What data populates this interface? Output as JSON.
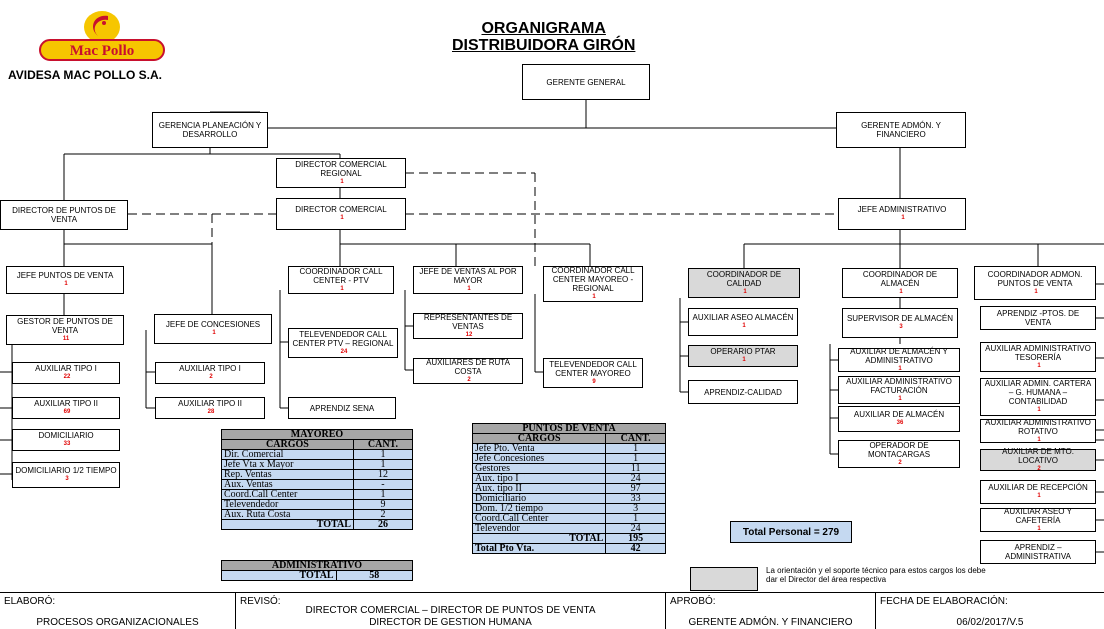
{
  "header": {
    "company": "AVIDESA MAC POLLO S.A.",
    "title_line1": "ORGANIGRAMA",
    "title_line2": "DISTRIBUIDORA GIRÓN",
    "logo_text": "Mac Pollo"
  },
  "nodes": {
    "gerente_general": {
      "label": "GERENTE GENERAL",
      "count": ""
    },
    "gerencia_planeacion": {
      "label": "GERENCIA PLANEACIÓN Y DESARROLLO",
      "count": ""
    },
    "gerente_admon": {
      "label": "GERENTE ADMÓN. Y FINANCIERO",
      "count": ""
    },
    "director_comercial_regional": {
      "label": "DIRECTOR COMERCIAL REGIONAL",
      "count": "1"
    },
    "director_puntos_venta": {
      "label": "DIRECTOR DE PUNTOS DE VENTA",
      "count": ""
    },
    "director_comercial": {
      "label": "DIRECTOR COMERCIAL",
      "count": "1"
    },
    "jefe_administrativo": {
      "label": "JEFE ADMINISTRATIVO",
      "count": "1"
    },
    "jefe_puntos_venta": {
      "label": "JEFE PUNTOS DE VENTA",
      "count": "1"
    },
    "gestor_puntos_venta": {
      "label": "GESTOR DE PUNTOS DE VENTA",
      "count": "11"
    },
    "jefe_concesiones": {
      "label": "JEFE DE CONCESIONES",
      "count": "1"
    },
    "auxiliar_tipo_i_pv": {
      "label": "AUXILIAR TIPO I",
      "count": "22"
    },
    "auxiliar_tipo_ii_pv": {
      "label": "AUXILIAR TIPO II",
      "count": "69"
    },
    "domiciliario": {
      "label": "DOMICILIARIO",
      "count": "33"
    },
    "domiciliario_medio": {
      "label": "DOMICILIARIO 1/2 TIEMPO",
      "count": "3"
    },
    "auxiliar_tipo_i_con": {
      "label": "AUXILIAR TIPO I",
      "count": "2"
    },
    "auxiliar_tipo_ii_con": {
      "label": "AUXILIAR TIPO II",
      "count": "28"
    },
    "coord_call_ptv": {
      "label": "COORDINADOR CALL CENTER - PTV",
      "count": "1"
    },
    "televendedor_ptv": {
      "label": "TELEVENDEDOR CALL CENTER PTV – REGIONAL",
      "count": "24"
    },
    "aprendiz_sena": {
      "label": "APRENDIZ SENA",
      "count": ""
    },
    "jefe_ventas_mayor": {
      "label": "JEFE DE VENTAS AL POR MAYOR",
      "count": "1"
    },
    "representantes_ventas": {
      "label": "REPRESENTANTES DE VENTAS",
      "count": "12"
    },
    "auxiliares_ruta": {
      "label": "AUXILIARES DE RUTA COSTA",
      "count": "2"
    },
    "coord_call_mayoreo": {
      "label": "COORDINADOR CALL CENTER MAYOREO - REGIONAL",
      "count": "1"
    },
    "televendedor_mayoreo": {
      "label": "TELEVENDEDOR CALL CENTER MAYOREO",
      "count": "9"
    },
    "coord_calidad": {
      "label": "COORDINADOR DE CALIDAD",
      "count": "1"
    },
    "aux_aseo_almacen": {
      "label": "AUXILIAR ASEO ALMACÉN",
      "count": "1"
    },
    "operario_ptar": {
      "label": "OPERARIO PTAR",
      "count": "1"
    },
    "aprendiz_calidad": {
      "label": "APRENDIZ-CALIDAD",
      "count": ""
    },
    "coord_almacen": {
      "label": "COORDINADOR DE ALMACÉN",
      "count": "1"
    },
    "supervisor_almacen": {
      "label": "SUPERVISOR DE ALMACÉN",
      "count": "3"
    },
    "aux_almacen_admin": {
      "label": "AUXILIAR DE ALMACÉN Y ADMINISTRATIVO",
      "count": "1"
    },
    "aux_admin_facturacion": {
      "label": "AUXILIAR ADMINISTRATIVO FACTURACIÓN",
      "count": "1"
    },
    "aux_almacen": {
      "label": "AUXILIAR DE ALMACÉN",
      "count": "36"
    },
    "operador_montacargas": {
      "label": "OPERADOR DE MONTACARGAS",
      "count": "2"
    },
    "coord_admon_pv": {
      "label": "COORDINADOR ADMON. PUNTOS DE VENTA",
      "count": "1"
    },
    "aprendiz_ptos": {
      "label": "APRENDIZ -PTOS. DE VENTA",
      "count": ""
    },
    "aux_admin_tesoreria": {
      "label": "AUXILIAR ADMINISTRATIVO TESORERÍA",
      "count": "1"
    },
    "aux_admin_cartera": {
      "label": "AUXILIAR ADMIN. CARTERA – G. HUMANA – CONTABILIDAD",
      "count": "1"
    },
    "aux_admin_rotativo": {
      "label": "AUXILIAR ADMINISTRATIVO ROTATIVO",
      "count": "1"
    },
    "aux_mto_locativo": {
      "label": "AUXILIAR DE MTO. LOCATIVO",
      "count": "2"
    },
    "aux_recepcion": {
      "label": "AUXILIAR DE RECEPCIÓN",
      "count": "1"
    },
    "aux_aseo_cafeteria": {
      "label": "AUXILIAR ASEO Y CAFETERÍA",
      "count": "1"
    },
    "aprendiz_administrativa": {
      "label": "APRENDIZ – ADMINISTRATIVA",
      "count": ""
    }
  },
  "mayoreo_table": {
    "title": "MAYOREO",
    "col1": "CARGOS",
    "col2": "CANT.",
    "rows": [
      {
        "cargo": "Dir. Comercial",
        "cant": "1"
      },
      {
        "cargo": "Jefe Vta x Mayor",
        "cant": "1"
      },
      {
        "cargo": "Rep. Ventas",
        "cant": "12"
      },
      {
        "cargo": "Aux. Ventas",
        "cant": "-"
      },
      {
        "cargo": "Coord.Call Center",
        "cant": "1"
      },
      {
        "cargo": "Televendedor",
        "cant": "9"
      },
      {
        "cargo": "Aux. Ruta Costa",
        "cant": "2"
      }
    ],
    "total_label": "TOTAL",
    "total": "26"
  },
  "admin_table": {
    "title": "ADMINISTRATIVO",
    "total_label": "TOTAL",
    "total": "58"
  },
  "pv_table": {
    "title": "PUNTOS DE VENTA",
    "col1": "CARGOS",
    "col2": "CANT.",
    "rows": [
      {
        "cargo": "Jefe Pto. Venta",
        "cant": "1"
      },
      {
        "cargo": "Jefe Concesiones",
        "cant": "1"
      },
      {
        "cargo": "Gestores",
        "cant": "11"
      },
      {
        "cargo": "Aux. tipo I",
        "cant": "24"
      },
      {
        "cargo": "Aux. tipo II",
        "cant": "97"
      },
      {
        "cargo": "Domiciliario",
        "cant": "33"
      },
      {
        "cargo": "Dom. 1/2 tiempo",
        "cant": "3"
      },
      {
        "cargo": "Coord.Call Center",
        "cant": "1"
      },
      {
        "cargo": "Televendor",
        "cant": "24"
      }
    ],
    "total_label": "TOTAL",
    "total": "195",
    "grand_label": "Total Pto Vta.",
    "grand_total": "42"
  },
  "total_personal": "Total Personal = 279",
  "legend": "La orientación y el soporte técnico para estos cargos los debe dar el Director del área respectiva",
  "footer": {
    "elaboro_label": "ELABORÓ:",
    "elaboro": "PROCESOS ORGANIZACIONALES",
    "reviso_label": "REVISÓ:",
    "reviso_1": "DIRECTOR COMERCIAL – DIRECTOR DE PUNTOS DE VENTA",
    "reviso_2": "DIRECTOR DE GESTION HUMANA",
    "aprobo_label": "APROBÓ:",
    "aprobo": "GERENTE ADMÓN. Y FINANCIERO",
    "fecha_label": "FECHA DE ELABORACIÓN:",
    "fecha": "06/02/2017/V.5"
  },
  "colors": {
    "gray_box": "#d9d9d9",
    "table_blue": "#c5d9f1",
    "table_header": "#a6a6a6",
    "count_red": "#e00000",
    "logo_yellow": "#f6c600",
    "logo_red": "#c8102e"
  }
}
